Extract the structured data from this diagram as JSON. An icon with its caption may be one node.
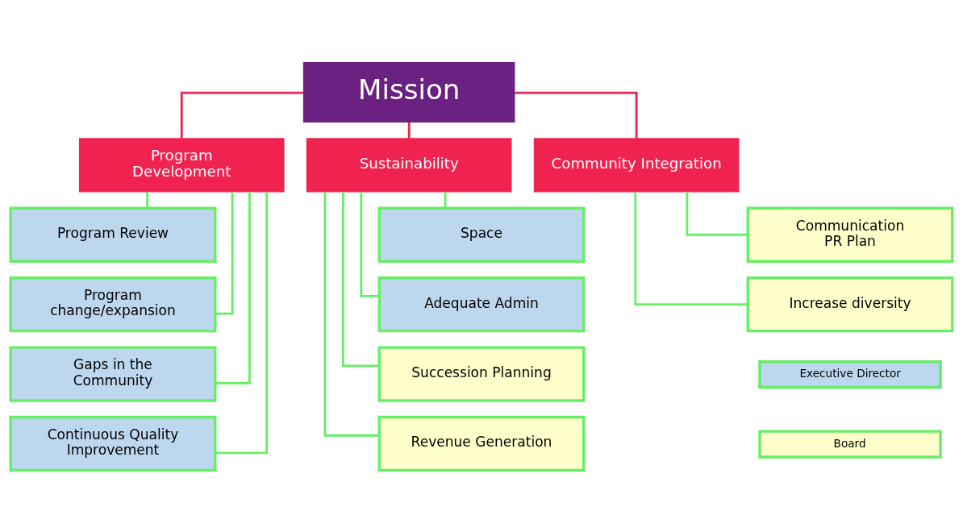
{
  "diagram": {
    "nodes": [
      {
        "text": [
          "Mission"
        ]
      },
      {
        "text": [
          "Program Development"
        ]
      },
      {
        "text": [
          "Sustainability"
        ]
      },
      {
        "text": [
          "Community Integration"
        ]
      },
      {
        "text": [
          "Program Review"
        ]
      },
      {
        "text": [
          "Program change/expansion"
        ]
      },
      {
        "text": [
          "Gaps in the Community"
        ]
      },
      {
        "text": [
          "Continuous Quality Improvement"
        ]
      },
      {
        "text": [
          "Space"
        ]
      },
      {
        "text": [
          "Adequate Admin"
        ]
      },
      {
        "text": [
          "Succession Planning"
        ]
      },
      {
        "text": [
          "Revenue Generation"
        ]
      },
      {
        "text": [
          "Communication PR Plan"
        ]
      },
      {
        "text": [
          "Increase diversity"
        ]
      }
    ],
    "edges": [
      {
        "from": 0,
        "to": 1,
        "arrow": "none",
        "color": "#e8254f"
      },
      {
        "from": 0,
        "to": 2,
        "arrow": "none",
        "color": "#e8254f"
      },
      {
        "from": 0,
        "to": 3,
        "arrow": "none",
        "color": "#e8254f"
      },
      {
        "from": 1,
        "to": 4,
        "arrow": "none"
      },
      {
        "from": 1,
        "to": 5,
        "arrow": "none"
      },
      {
        "from": 1,
        "to": 6,
        "arrow": "none"
      },
      {
        "from": 1,
        "to": 7,
        "arrow": "none"
      },
      {
        "from": 2,
        "to": 8,
        "arrow": "none"
      },
      {
        "from": 2,
        "to": 9,
        "arrow": "none"
      },
      {
        "from": 2,
        "to": 10,
        "arrow": "none"
      },
      {
        "from": 2,
        "to": 11,
        "arrow": "none"
      },
      {
        "from": 3,
        "to": 12,
        "arrow": "none"
      },
      {
        "from": 3,
        "to": 13,
        "arrow": "none"
      }
    ],
    "legend": [
      {
        "text": "Executive Director",
        "color": "#bdd7ee"
      },
      {
        "text": "Board",
        "color": "#ffffcc"
      }
    ]
  }
}
